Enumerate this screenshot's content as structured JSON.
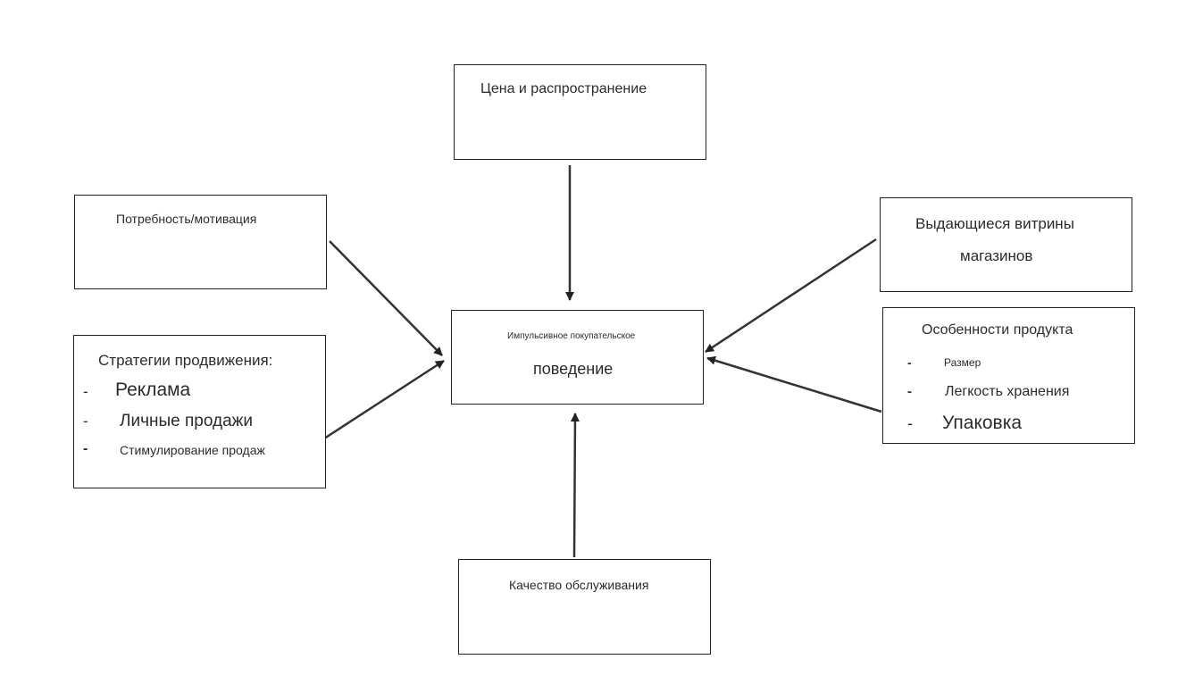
{
  "diagram": {
    "center": {
      "line1": "Импульсивное покупательское",
      "line2": "поведение"
    },
    "price": {
      "label": "Цена и распространение"
    },
    "need": {
      "label": "Потребность/мотивация"
    },
    "promo": {
      "title": "Стратегии продвижения:",
      "bullet": "-",
      "items": [
        "Реклама",
        "Личные продажи",
        "Стимулирование продаж"
      ]
    },
    "windows": {
      "line1": "Выдающиеся витрины",
      "line2": "магазинов"
    },
    "product": {
      "title": "Особенности продукта",
      "bullet": "-",
      "items": [
        "Размер",
        "Легкость хранения",
        "Упаковка"
      ]
    },
    "service": {
      "label": "Качество обслуживания"
    }
  }
}
